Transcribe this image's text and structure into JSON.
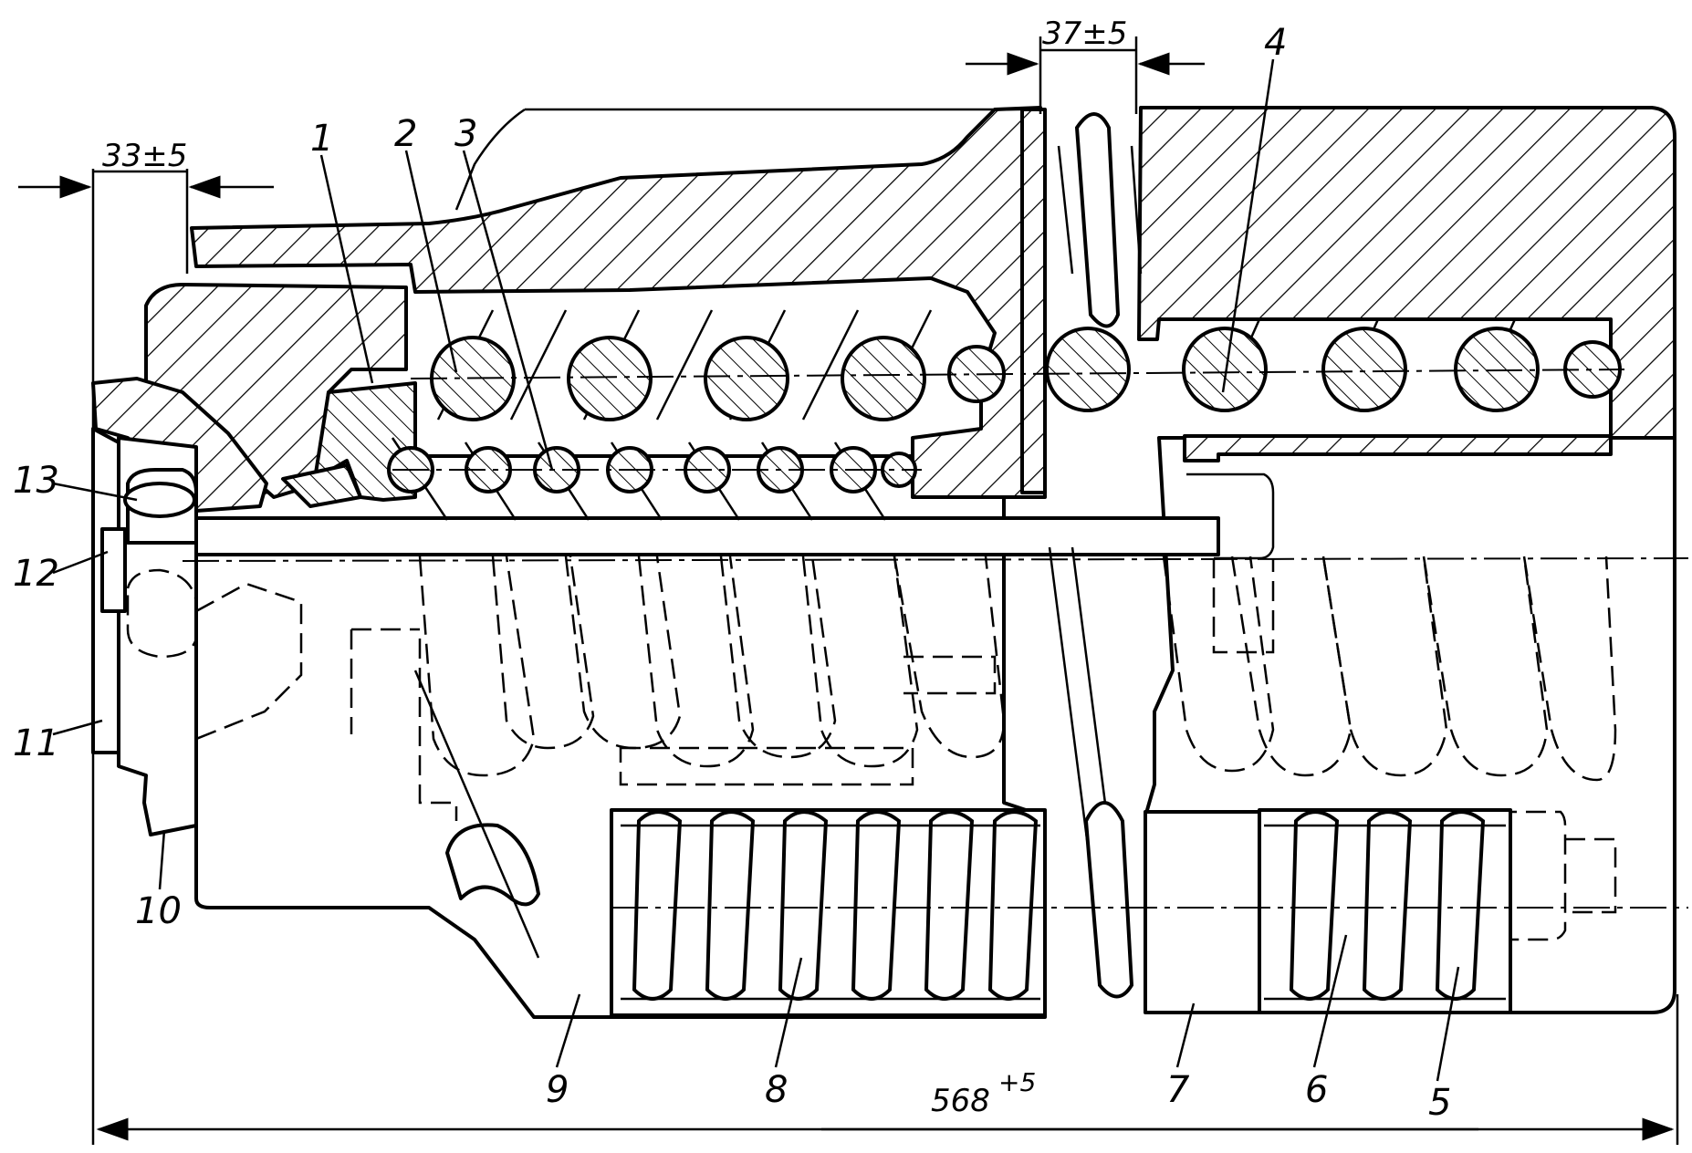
{
  "dimensions": {
    "left_offset": "33±5",
    "gap": "37±5",
    "total_length": "568",
    "total_length_tolerance": "+5"
  },
  "callouts": [
    "1",
    "2",
    "3",
    "4",
    "5",
    "6",
    "7",
    "8",
    "9",
    "10",
    "11",
    "12",
    "13"
  ]
}
